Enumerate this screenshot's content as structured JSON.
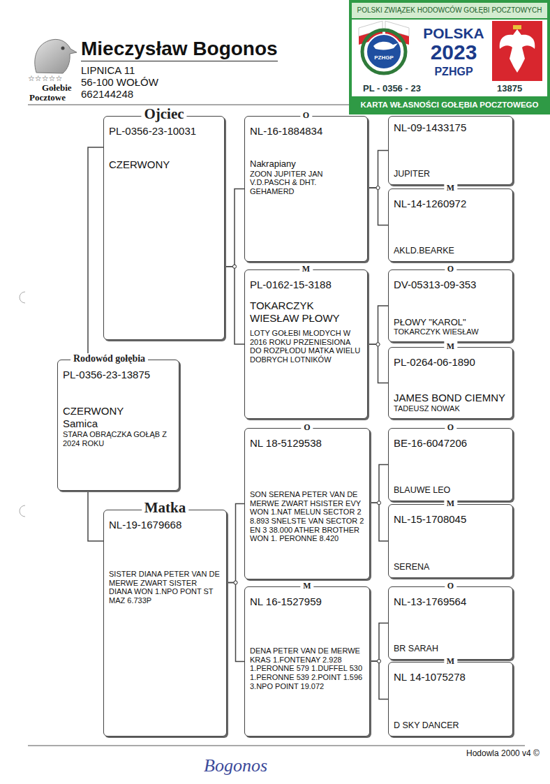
{
  "diagram": {
    "title": "Mieczysław Bogonos",
    "nodes": [
      {
        "text": [
          "Rodowód gołębia",
          "PL-0356-23-13875",
          "CZERWONY",
          "Samica",
          "STARA OBRĄCZKA GOŁĄB Z 2024 ROKU"
        ]
      },
      {
        "text": [
          "Ojciec",
          "PL-0356-23-10031",
          "CZERWONY"
        ]
      },
      {
        "text": [
          "Matka",
          "NL-19-1679668",
          "SISTER DIANA PETER VAN DE MERWE ZWART SISTER DIANA WON 1.NPO PONT ST MAZ 6.733P"
        ]
      },
      {
        "text": [
          "O",
          "NL-16-1884834",
          "Nakrapiany",
          "ZOON JUPITER JAN V.D.PASCH & DHT. GEHAMERD"
        ]
      },
      {
        "text": [
          "M",
          "PL-0162-15-3188",
          "TOKARCZYK WIESŁAW PŁOWY",
          "LOTY GOŁEBI MŁODYCH W 2016 ROKU PRZENIESIONA DO ROZPŁODU MATKA WIELU DOBRYCH LOTNIKÓW"
        ]
      },
      {
        "text": [
          "O",
          "NL 18-5129538",
          "SON SERENA PETER VAN DE MERWE ZWART HSISTER EVY WON 1.NAT MELUN SECTOR 2 8.893 SNELSTE VAN SECTOR 2 EN 3 38.000 ATHER BROTHER WON 1. PERONNE 8.420"
        ]
      },
      {
        "text": [
          "M",
          "NL 16-1527959",
          "DENA PETER VAN DE MERWE KRAS 1.FONTENAY 2.928 1.PERONNE 579 1.DUFFEL 530 1.PERONNE 539 2.POINT 1.596 3.NPO POINT 19.072"
        ]
      },
      {
        "text": [
          "NL-09-1433175",
          "JUPITER"
        ]
      },
      {
        "text": [
          "M",
          "NL-14-1260972",
          "AKLD.BEARKE"
        ]
      },
      {
        "text": [
          "O",
          "DV-05313-09-353",
          "PŁOWY \"KAROL\"",
          "TOKARCZYK WIESŁAW"
        ]
      },
      {
        "text": [
          "M",
          "PL-0264-06-1890",
          "JAMES BOND CIEMNY",
          "TADEUSZ NOWAK"
        ]
      },
      {
        "text": [
          "O",
          "BE-16-6047206",
          "BLAUWE LEO"
        ]
      },
      {
        "text": [
          "M",
          "NL-15-1708045",
          "SERENA"
        ]
      },
      {
        "text": [
          "O",
          "NL-13-1769564",
          "BR SARAH"
        ]
      },
      {
        "text": [
          "M",
          "NL 14-1075278",
          "D SKY DANCER"
        ]
      }
    ],
    "edges": [
      {
        "from": 0,
        "to": 1,
        "arrow": "none"
      },
      {
        "from": 0,
        "to": 2,
        "arrow": "none"
      },
      {
        "from": 1,
        "to": 3,
        "arrow": "none"
      },
      {
        "from": 1,
        "to": 4,
        "arrow": "none"
      },
      {
        "from": 2,
        "to": 5,
        "arrow": "none"
      },
      {
        "from": 2,
        "to": 6,
        "arrow": "none"
      },
      {
        "from": 3,
        "to": 7,
        "arrow": "none"
      },
      {
        "from": 3,
        "to": 8,
        "arrow": "none"
      },
      {
        "from": 4,
        "to": 9,
        "arrow": "none"
      },
      {
        "from": 4,
        "to": 10,
        "arrow": "none"
      },
      {
        "from": 5,
        "to": 11,
        "arrow": "none"
      },
      {
        "from": 5,
        "to": 12,
        "arrow": "none"
      },
      {
        "from": 6,
        "to": 13,
        "arrow": "none"
      },
      {
        "from": 6,
        "to": 14,
        "arrow": "none"
      }
    ],
    "labels": [
      "LIPNICA 11",
      "56-100 WOŁÓW",
      "662144248",
      "☆☆☆☆☆",
      "Gołebie",
      "Pocztowe",
      "POLSKI ZWIĄZEK HODOWCÓW GOŁĘBI POCZTOWYCH",
      "PZHGP",
      "POLSKA",
      "2023",
      "PZHGP",
      "PL - 0356 - 23",
      "13875",
      "KARTA WŁASNOŚCI GOŁĘBIA POCZTOWEGO",
      "Hodowla 2000 v4 ©",
      "Bogonos"
    ]
  }
}
